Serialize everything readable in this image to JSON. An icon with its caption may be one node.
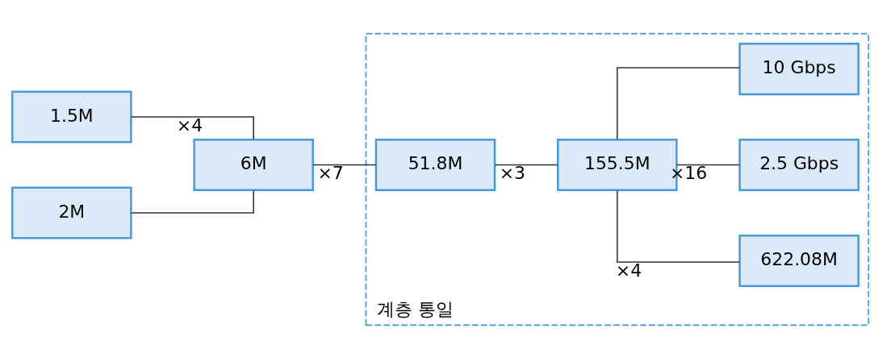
{
  "diagram": {
    "nodes": [
      {
        "text": [
          "1.5M"
        ]
      },
      {
        "text": [
          "2M"
        ]
      },
      {
        "text": [
          "6M"
        ]
      },
      {
        "text": [
          "계층 통일"
        ]
      },
      {
        "text": [
          "51.8M"
        ],
        "in": 3
      },
      {
        "text": [
          "155.5M"
        ],
        "in": 3
      },
      {
        "text": [
          "622.08M"
        ],
        "in": 3
      },
      {
        "text": [
          "2.5 Gbps"
        ],
        "in": 3
      },
      {
        "text": [
          "10 Gbps"
        ],
        "in": 3
      }
    ],
    "edges": [
      {
        "from": 0,
        "to": 2,
        "arrow": "none",
        "label": "×4"
      },
      {
        "from": 1,
        "to": 2,
        "arrow": "none"
      },
      {
        "from": 2,
        "to": 4,
        "arrow": "none",
        "label": "×7"
      },
      {
        "from": 4,
        "to": 5,
        "arrow": "none",
        "label": "×3"
      },
      {
        "from": 5,
        "to": 6,
        "arrow": "none",
        "label": "×4"
      },
      {
        "from": 5,
        "to": 7,
        "arrow": "none",
        "label": "×16"
      },
      {
        "from": 5,
        "to": 8,
        "arrow": "none"
      }
    ]
  }
}
